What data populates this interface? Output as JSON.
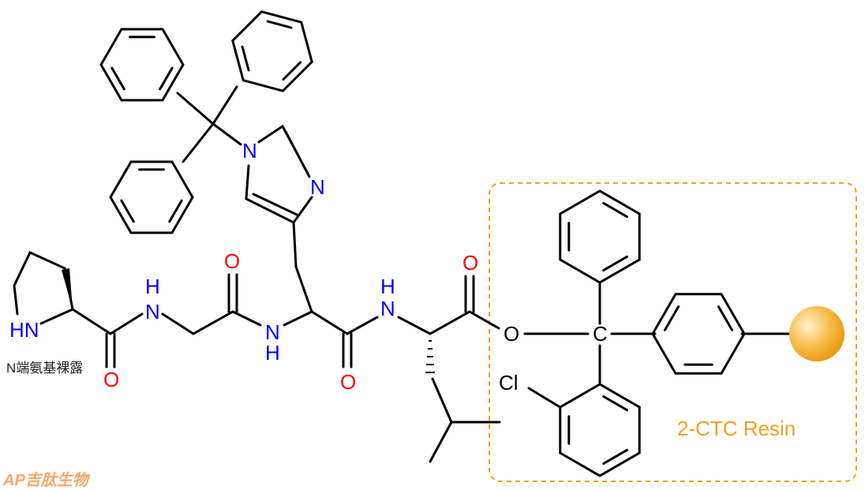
{
  "atoms": {
    "n_trt": "N",
    "n_im": "N",
    "o_gly": "O",
    "o_pro": "O",
    "nh_gly_top": "H",
    "nh_gly_bottom": "N",
    "o_his": "O",
    "nh_his": "N",
    "h_his": "H",
    "n_leu": "N",
    "h_leu": "H",
    "o_leu": "O",
    "o_ester": "O",
    "c_trityl": "C",
    "cl": "Cl",
    "pro_nh": "HN",
    "h_his_bottom": "H"
  },
  "annotation": "N端氨基裸露",
  "resin_label": "2-CTC Resin",
  "logo": "AP吉肽生物",
  "colors": {
    "nitrogen": "#0000ff",
    "oxygen": "#ff0000",
    "resin": "#f0a020"
  }
}
